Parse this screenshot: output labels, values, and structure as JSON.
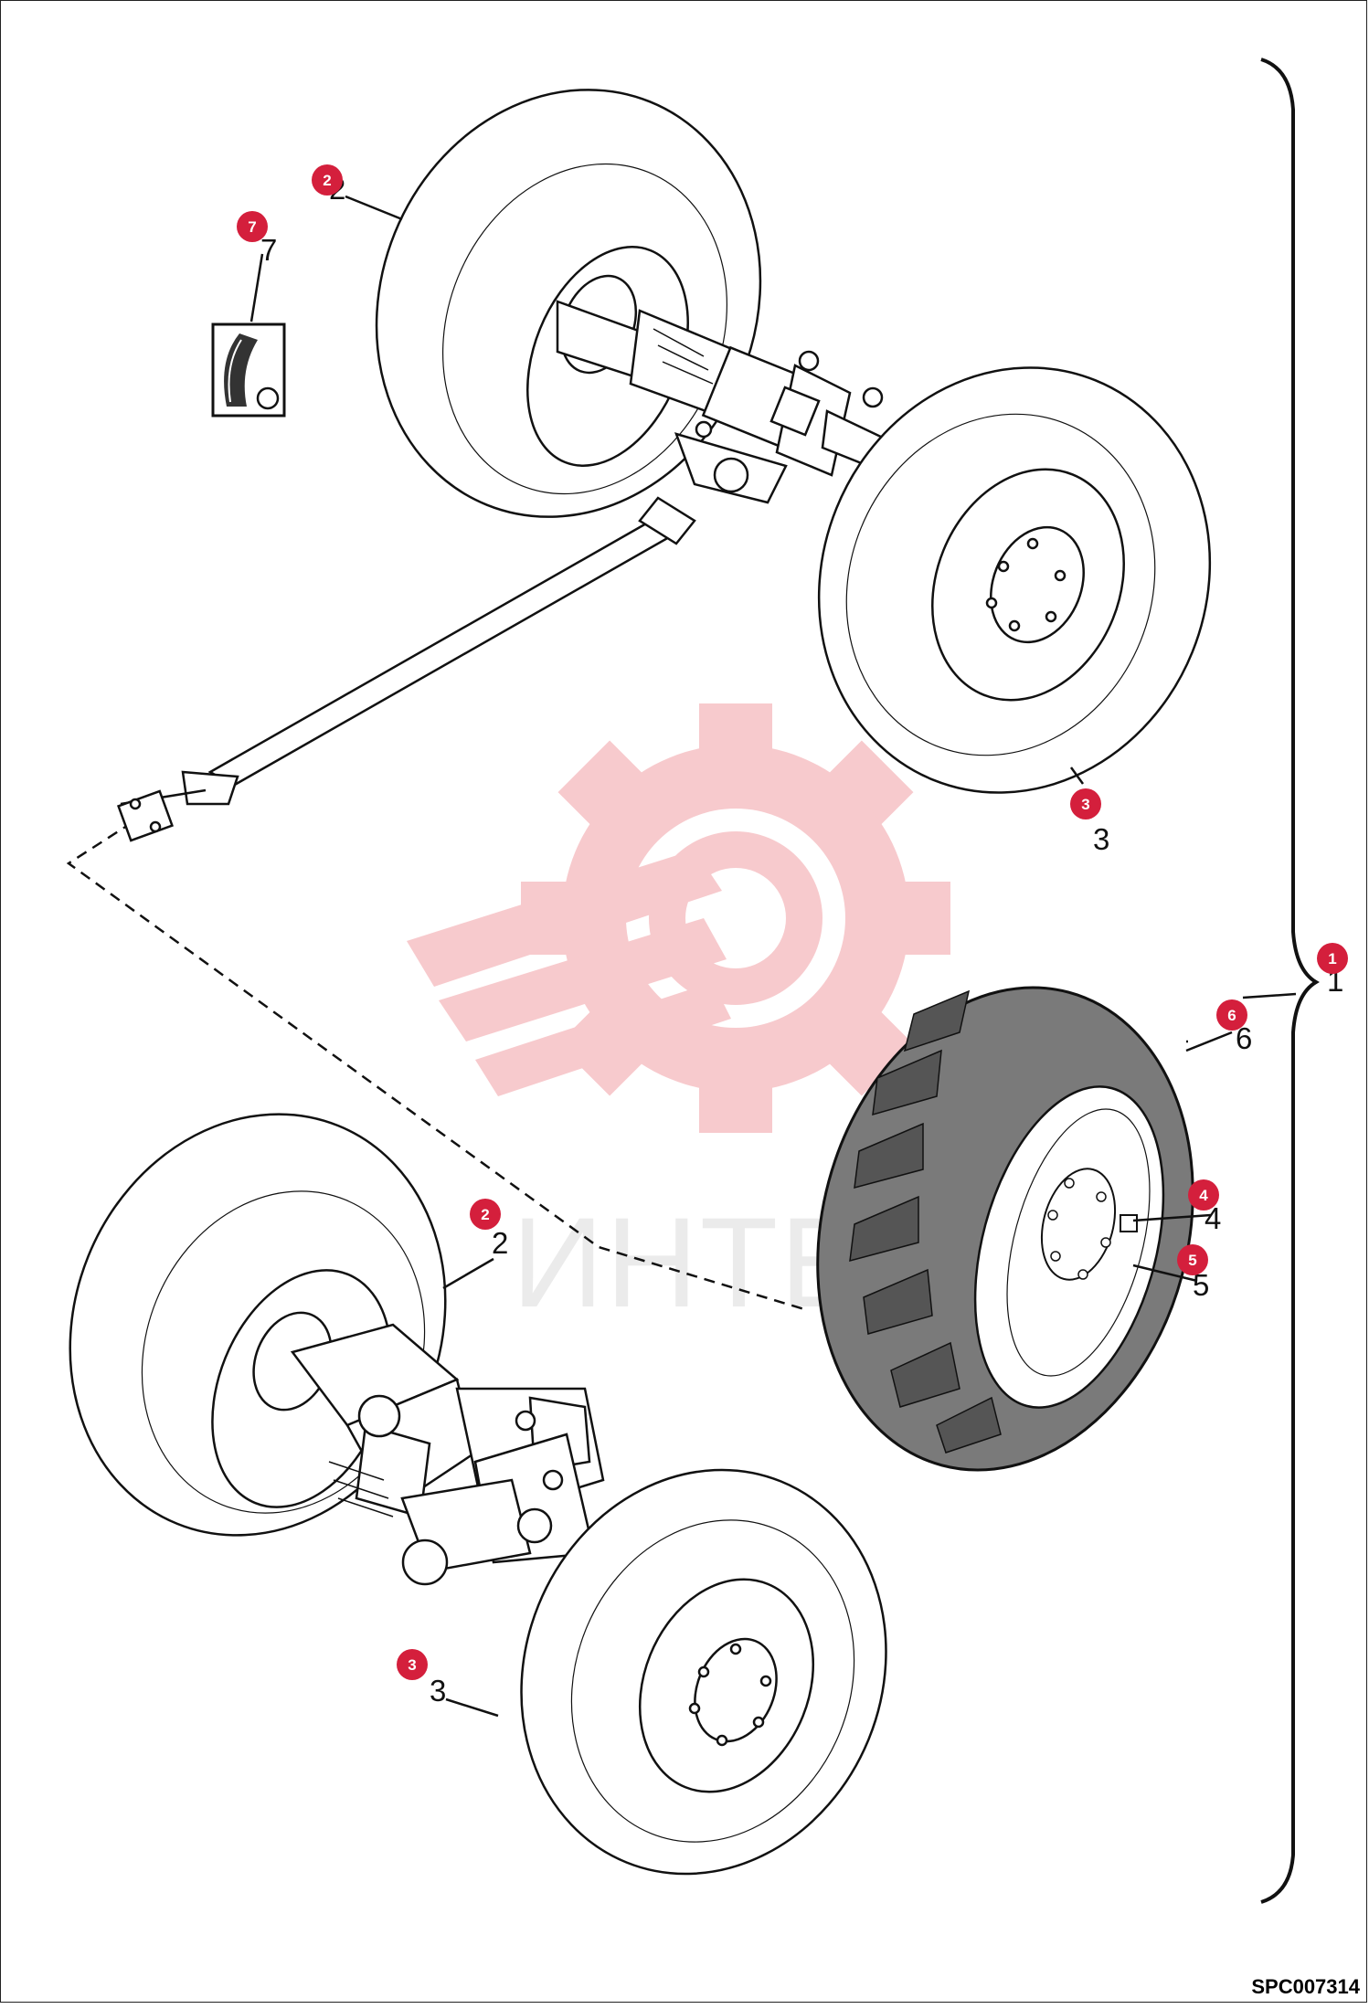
{
  "drawing_code": "SPC007314",
  "watermark_text": "ИНТЕХ",
  "colors": {
    "marker_fill": "#d41f3c",
    "watermark": "#f2a0a5",
    "line": "#111111",
    "tread_gray": "#7a7a7a"
  },
  "callouts": [
    {
      "id": "1",
      "label": "1"
    },
    {
      "id": "2a",
      "label": "2"
    },
    {
      "id": "2b",
      "label": "2"
    },
    {
      "id": "3a",
      "label": "3"
    },
    {
      "id": "3b",
      "label": "3"
    },
    {
      "id": "4",
      "label": "4"
    },
    {
      "id": "5",
      "label": "5"
    },
    {
      "id": "6",
      "label": "6"
    },
    {
      "id": "7",
      "label": "7"
    }
  ]
}
